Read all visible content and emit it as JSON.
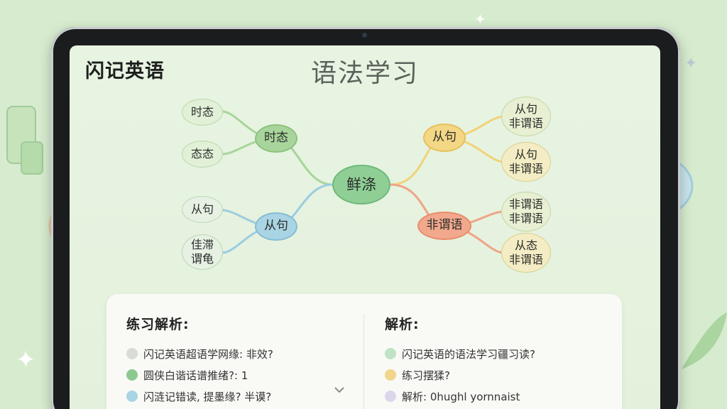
{
  "app": {
    "name": "闪记英语",
    "page_title": "语法学习"
  },
  "mindmap": {
    "center": "鲜涤",
    "left_branches": [
      {
        "label": "时态",
        "color": "#8cc27e",
        "children": [
          "时态",
          "态态"
        ]
      },
      {
        "label": "从句",
        "color": "#86bdd4",
        "children": [
          "从句",
          "佳滞\n谓龟"
        ]
      }
    ],
    "right_branches": [
      {
        "label": "从句",
        "color": "#e5c05c",
        "children": [
          "从句\n非谓语",
          "从句\n非谓语"
        ]
      },
      {
        "label": "非谓语",
        "color": "#e78c6c",
        "children": [
          "非谓语\n非谓语",
          "从态\n非谓语"
        ]
      }
    ]
  },
  "practice_panel": {
    "left_title": "练习解析:",
    "left_items": [
      {
        "text": "闪记英语超语学网缘: 非效?",
        "dot": "#d8dcd4"
      },
      {
        "text": "圆侠白谐话谱推绪?: 1",
        "dot": "#8cc98f"
      },
      {
        "text": "闪涟记错读, 提墨缘? 半谟?",
        "dot": "#a9d4e4"
      }
    ],
    "right_title": "解析:",
    "right_items": [
      {
        "text": "闪记英语的语法学习疆习读?",
        "dot": "#bfe3c4"
      },
      {
        "text": "练习摆猱?",
        "dot": "#f0d58a"
      },
      {
        "text": "解析: 0hughl yornnaist",
        "dot": "#dcd6ea"
      }
    ],
    "expand_icon": "chevron-down-icon"
  }
}
